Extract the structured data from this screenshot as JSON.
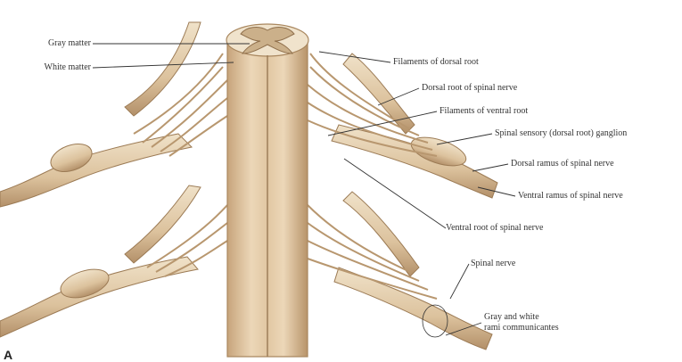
{
  "figure": {
    "panel_letter": "A",
    "colors": {
      "nerve": "#ddc6a3",
      "nerve_dark": "#a8865e",
      "nerve_light": "#efe0c6",
      "cord": "#e2c9a5",
      "cord_dark": "#b7936a",
      "leader": "#333333"
    }
  },
  "labels": {
    "gray_matter": "Gray matter",
    "white_matter": "White matter",
    "filaments_dorsal_root": "Filaments of dorsal root",
    "dorsal_root": "Dorsal root of spinal nerve",
    "filaments_ventral_root": "Filaments of ventral root",
    "spinal_ganglion": "Spinal sensory (dorsal root) ganglion",
    "dorsal_ramus": "Dorsal ramus of spinal nerve",
    "ventral_ramus": "Ventral ramus of spinal nerve",
    "ventral_root": "Ventral root of spinal nerve",
    "spinal_nerve": "Spinal nerve",
    "rami_communicantes_line1": "Gray and white",
    "rami_communicantes_line2": "rami communicantes"
  }
}
